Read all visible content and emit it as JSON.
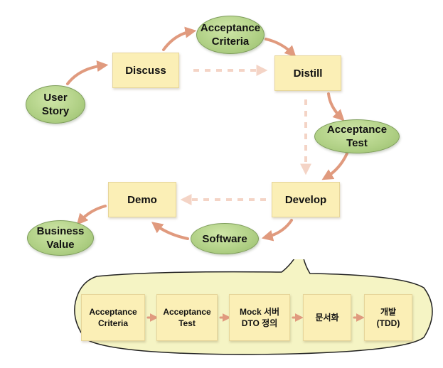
{
  "nodes": {
    "user_story": "User\nStory",
    "discuss": "Discuss",
    "acceptance_criteria": "Acceptance\nCriteria",
    "distill": "Distill",
    "acceptance_test": "Acceptance\nTest",
    "develop": "Develop",
    "software": "Software",
    "demo": "Demo",
    "business_value": "Business\nValue"
  },
  "steps": [
    "Acceptance\nCriteria",
    "Acceptance\nTest",
    "Mock 서버\nDTO 정의",
    "문서화",
    "개발\n(TDD)"
  ],
  "colors": {
    "arrow": "#e09a7e",
    "arrow_dashed": "#f4d4c6",
    "box_fill": "#fbefb6",
    "ellipse_fill": "#b0d085",
    "bubble_fill": "#f5f4c4"
  }
}
